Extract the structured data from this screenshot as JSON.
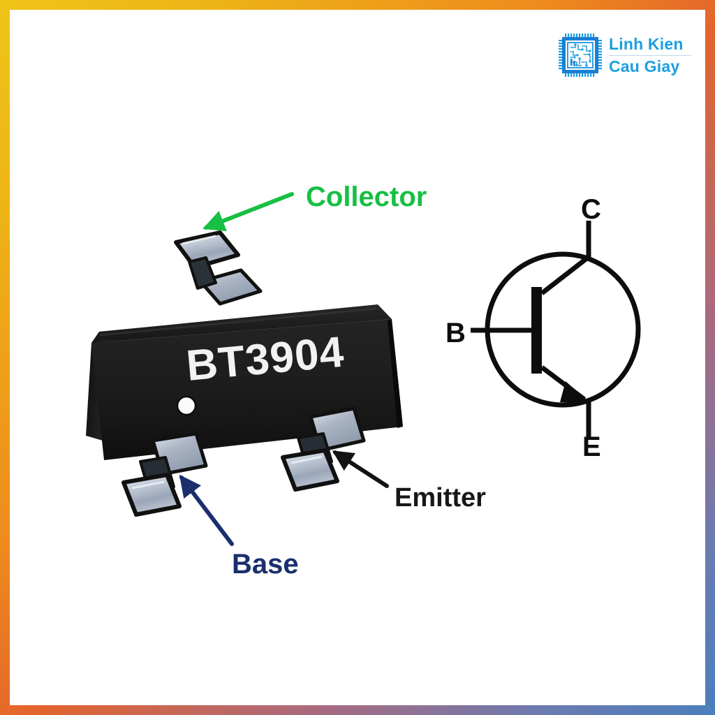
{
  "page": {
    "background": "#ffffff",
    "border_gradient_start": "#f0c419",
    "border_gradient_mid": "#e3642c",
    "border_gradient_end": "#4b7fbd"
  },
  "brand": {
    "icon": "microchip-icon",
    "line1": "Linh Kien",
    "line2": "Cau Giay",
    "color": "#1a9fe0",
    "divider_color": "#bcd9ef"
  },
  "product": {
    "package_type": "SOT-23",
    "marking": "BT3904",
    "body_color": "#1c1c1c",
    "lead_color": "#b9c2cf",
    "polarity_dot": "white-dot-marker"
  },
  "callouts": [
    {
      "id": "collector",
      "label": "Collector",
      "color": "#17bf44",
      "arrow": "arrow-collector",
      "points_to": "top-lead"
    },
    {
      "id": "base",
      "label": "Base",
      "color": "#1b2f6e",
      "arrow": "arrow-base",
      "points_to": "bottom-left-lead"
    },
    {
      "id": "emitter",
      "label": "Emitter",
      "color": "#17181a",
      "arrow": "arrow-emitter",
      "points_to": "bottom-right-lead"
    }
  ],
  "schematic": {
    "type": "NPN bipolar junction transistor",
    "terminals": {
      "collector": "C",
      "base": "B",
      "emitter": "E"
    },
    "stroke_color": "#0d0d0d"
  }
}
